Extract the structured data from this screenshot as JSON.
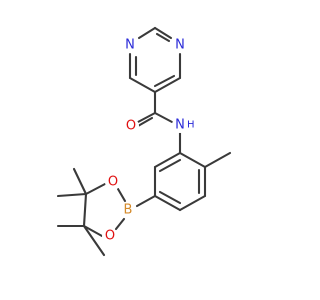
{
  "molecule": {
    "atoms": {
      "n_pyrimidine_left": {
        "symbol": "N",
        "color": "#2a2ad8"
      },
      "n_pyrimidine_right": {
        "symbol": "N",
        "color": "#2a2ad8"
      },
      "o_carbonyl": {
        "symbol": "O",
        "color": "#e01010"
      },
      "n_amide": {
        "symbol": "N",
        "color": "#2a2ad8"
      },
      "h_amide": {
        "symbol": "H",
        "color": "#2a2ad8"
      },
      "b_boron": {
        "symbol": "B",
        "color": "#d48a2a"
      },
      "o_dioxa_top": {
        "symbol": "O",
        "color": "#e01010"
      },
      "o_dioxa_bottom": {
        "symbol": "O",
        "color": "#e01010"
      }
    },
    "bond_color": "#3a3a3a"
  }
}
